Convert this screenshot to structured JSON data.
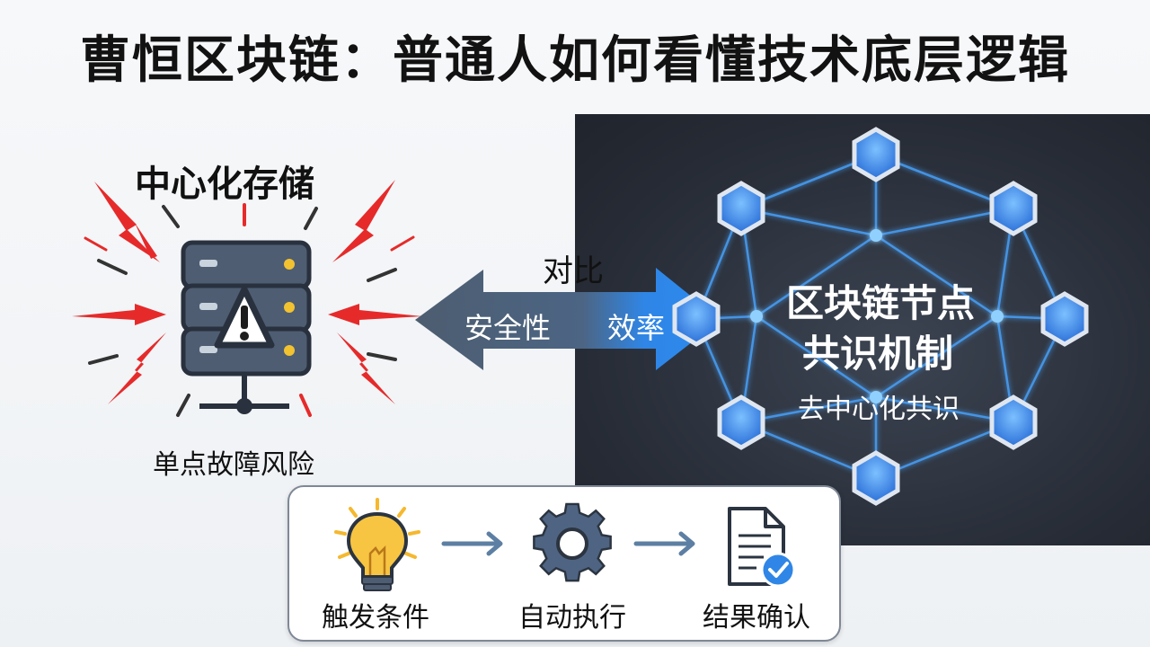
{
  "title": "曹恒区块链：普通人如何看懂技术底层逻辑",
  "left": {
    "title": "中心化存储",
    "caption": "单点故障风险"
  },
  "middle": {
    "compare_label": "对比",
    "arrow_left_text": "安全性",
    "arrow_right_text": "效率"
  },
  "right": {
    "title_line1": "区块链节点",
    "title_line2": "共识机制",
    "subtitle": "去中心化共识"
  },
  "flow": {
    "steps": [
      "触发条件",
      "自动执行",
      "结果确认"
    ]
  },
  "colors": {
    "alert_red": "#e62a2a",
    "node_blue": "#3d8ef0",
    "arrow_dark": "#4f6075",
    "arrow_blue": "#2f86e6"
  },
  "icons": [
    "server-warning-icon",
    "lightbulb-icon",
    "gear-icon",
    "document-check-icon"
  ]
}
